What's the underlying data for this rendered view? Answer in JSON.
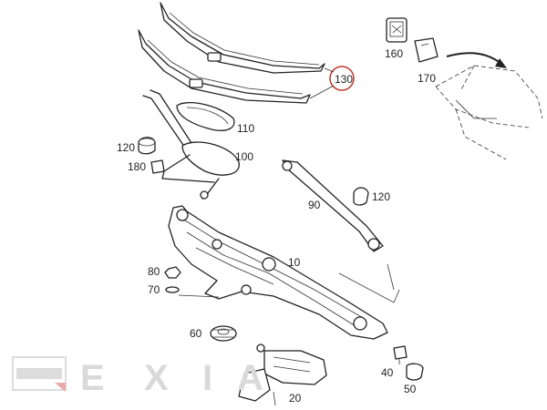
{
  "callouts": {
    "p130": "130",
    "p160": "160",
    "p170": "170",
    "p110": "110",
    "p120a": "120",
    "p100": "100",
    "p180": "180",
    "p90": "90",
    "p120b": "120",
    "p10": "10",
    "p80": "80",
    "p70": "70",
    "p60": "60",
    "p40": "40",
    "p50": "50",
    "p20": "20"
  },
  "watermark": {
    "logo_text": "EXIA",
    "letters": [
      "E",
      "X",
      "I",
      "A"
    ]
  },
  "colors": {
    "line": "#222222",
    "watermark": "#d9d9d9",
    "watermark_accent": "#e8a0a0",
    "highlight_circle": "#c0392b"
  }
}
